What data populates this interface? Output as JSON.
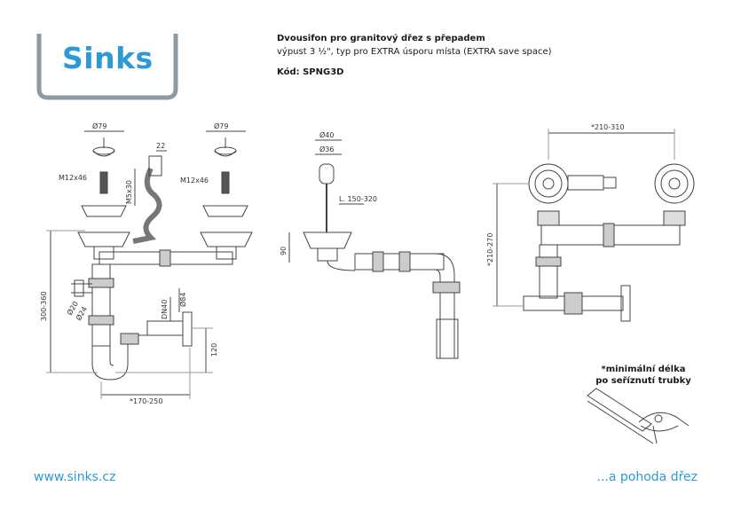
{
  "brand": {
    "logo_text": "Sinks",
    "website": "www.sinks.cz",
    "slogan": "...a pohoda dřez",
    "accent_color": "#2d9ad6"
  },
  "product": {
    "title": "Dvousifon pro granitový dřez s přepadem",
    "subtitle": "výpust 3 ½\", typ pro EXTRA úsporu místa (EXTRA save space)",
    "code": "Kód: SPNG3D"
  },
  "dimensions": {
    "d79_left": "Ø79",
    "d79_right": "Ø79",
    "m12_left": "M12x46",
    "m12_right": "M12x46",
    "w22": "22",
    "m5": "M5x30",
    "h300_360": "300-360",
    "d20": "Ø20",
    "d24": "Ø24",
    "dn40": "DN40",
    "d84": "Ø84",
    "h120": "120",
    "w170_250": "*170-250",
    "d40": "Ø40",
    "d36": "Ø36",
    "l150_320": "L. 150-320",
    "h90": "90",
    "w210_310": "*210-310",
    "h210_270": "*210-270"
  },
  "note": {
    "line1": "*minimální délka",
    "line2": "po seříznutí trubky"
  }
}
